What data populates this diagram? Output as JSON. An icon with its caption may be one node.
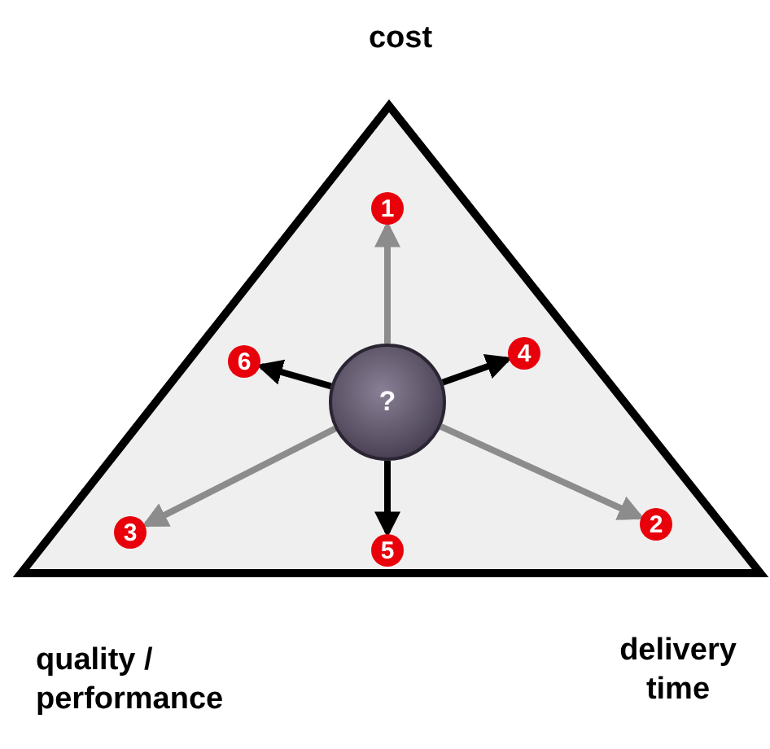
{
  "diagram": {
    "nodes": [
      {
        "text": [],
        "shape": "triangle"
      },
      {
        "text": [
          "?"
        ],
        "in": 0
      },
      {
        "text": [
          "1"
        ],
        "in": 0
      },
      {
        "text": [
          "2"
        ],
        "in": 0
      },
      {
        "text": [
          "3"
        ],
        "in": 0
      },
      {
        "text": [
          "4"
        ],
        "in": 0
      },
      {
        "text": [
          "5"
        ],
        "in": 0
      },
      {
        "text": [
          "6"
        ],
        "in": 0
      }
    ],
    "edges": [
      {
        "from": 1,
        "to": 2,
        "arrow": "to",
        "color": "#8c8c8c"
      },
      {
        "from": 1,
        "to": 3,
        "arrow": "to",
        "color": "#8c8c8c"
      },
      {
        "from": 1,
        "to": 4,
        "arrow": "to",
        "color": "#8c8c8c"
      },
      {
        "from": 1,
        "to": 5,
        "arrow": "to",
        "color": "#000000"
      },
      {
        "from": 1,
        "to": 6,
        "arrow": "to",
        "color": "#000000"
      },
      {
        "from": 1,
        "to": 7,
        "arrow": "to",
        "color": "#000000"
      }
    ],
    "labels": [
      "cost",
      "quality / performance",
      "delivery time"
    ]
  }
}
